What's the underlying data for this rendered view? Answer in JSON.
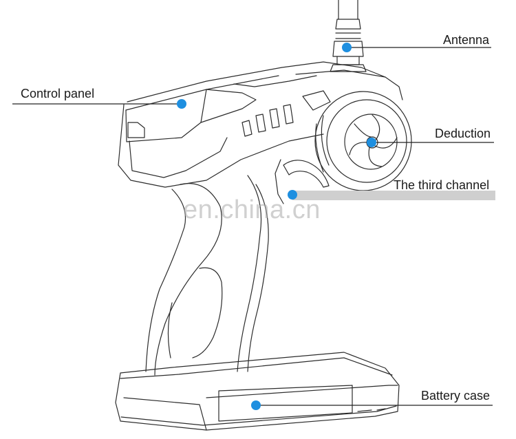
{
  "callouts": {
    "antenna": "Antenna",
    "control_panel": "Control panel",
    "deduction": "Deduction",
    "third_channel": "The third channel",
    "battery_case": "Battery case"
  },
  "watermark": "en.china.cn",
  "colors": {
    "dot": "#1e8fe0",
    "outline": "#2b2b2b",
    "leader": "#222222"
  }
}
